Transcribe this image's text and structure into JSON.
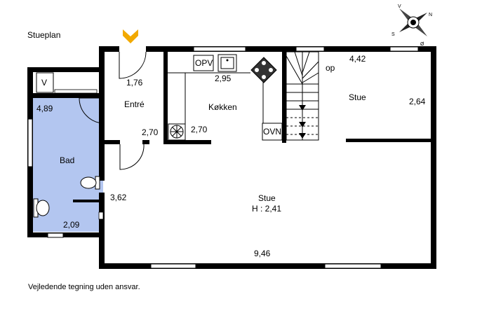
{
  "title": "Stueplan",
  "footer": "Vejledende tegning uden ansvar.",
  "colors": {
    "wall": "#000000",
    "bath_fill": "#b3c6f0",
    "entrance_arrow": "#f2a900"
  },
  "compass": {
    "n": "N",
    "s": "S",
    "e": "Ø",
    "w": "V"
  },
  "labels": {
    "entre_dim": "1,76",
    "entre": "Entré",
    "entre_width": "2,70",
    "v": "V",
    "bad_dim_top": "4,89",
    "bad": "Bad",
    "bad_dim_bottom": "2,09",
    "dim_left": "3,62",
    "opv": "OPV",
    "kitchen_dim": "2,95",
    "kitchen": "Køkken",
    "kitchen_width": "2,70",
    "ovn": "OVN",
    "op": "op",
    "stue_top_dim": "4,42",
    "stue_top": "Stue",
    "stue_top_height": "2,64",
    "stue_main": "Stue",
    "stue_main_height": "H : 2,41",
    "stue_main_width": "9,46"
  }
}
